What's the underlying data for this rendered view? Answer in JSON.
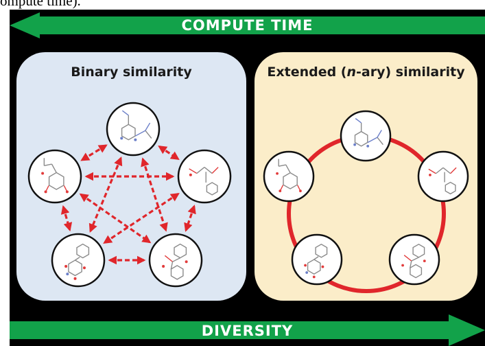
{
  "caption_fragment": "ompute time).",
  "top_arrow": {
    "label": "COMPUTE TIME",
    "color": "#12a24a"
  },
  "bottom_arrow": {
    "label": "DIVERSITY",
    "color": "#12a24a"
  },
  "binary_panel": {
    "title": "Binary similarity",
    "background": "#dde7f3",
    "molecules": [
      "molecule-1",
      "molecule-2",
      "molecule-3",
      "molecule-4",
      "molecule-5"
    ],
    "connection_style": "dashed double-headed arrows between every pair",
    "connection_color": "#e0262b"
  },
  "extended_panel": {
    "title_before": "Extended (",
    "title_italic": "n",
    "title_after": "-ary) similarity",
    "background": "#fbedc9",
    "molecules": [
      "molecule-1",
      "molecule-2",
      "molecule-3",
      "molecule-4",
      "molecule-5"
    ],
    "ring_color": "#e0262b"
  }
}
